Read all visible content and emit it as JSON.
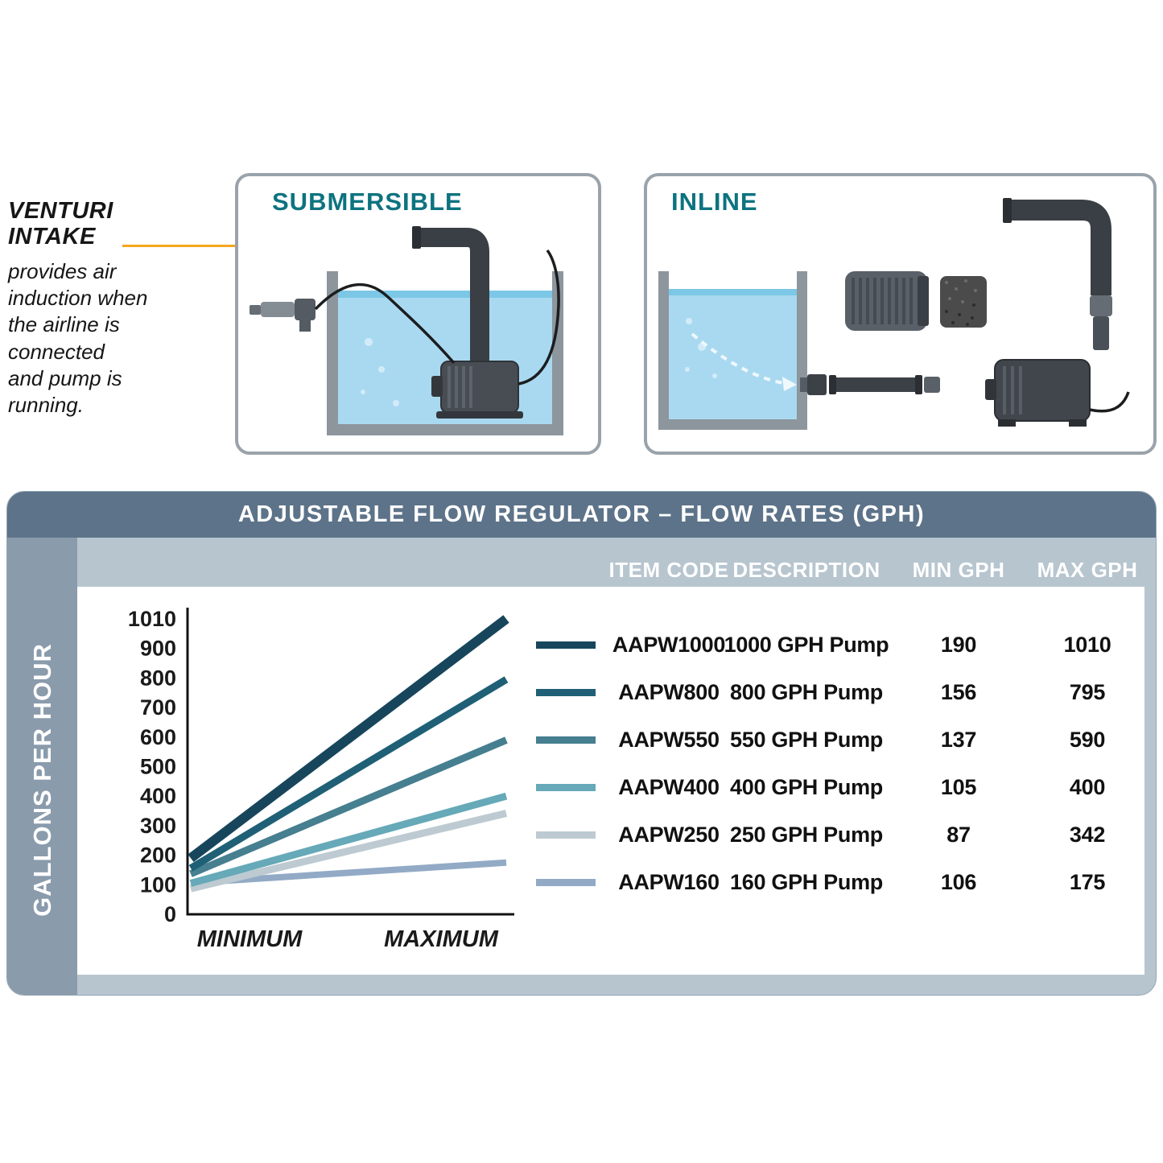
{
  "callout": {
    "title_lines": [
      "VENTURI",
      "INTAKE"
    ],
    "body_lines": [
      "provides air",
      "induction when",
      "the airline is",
      "connected",
      "and pump is",
      "running."
    ],
    "line_color": "#f4a71e"
  },
  "panels": {
    "submersible": {
      "title": "SUBMERSIBLE"
    },
    "inline": {
      "title": "INLINE"
    }
  },
  "flow_section": {
    "header": "ADJUSTABLE FLOW REGULATOR – FLOW RATES (GPH)",
    "y_axis_band_label": "GALLONS PER HOUR",
    "columns": [
      "ITEM CODE",
      "DESCRIPTION",
      "MIN GPH",
      "MAX GPH"
    ],
    "rows": [
      {
        "color": "#17465c",
        "item_code": "AAPW1000",
        "description": "1000 GPH Pump",
        "min_gph": "190",
        "max_gph": "1010"
      },
      {
        "color": "#1f6076",
        "item_code": "AAPW800",
        "description": "800 GPH Pump",
        "min_gph": "156",
        "max_gph": "795"
      },
      {
        "color": "#457f90",
        "item_code": "AAPW550",
        "description": "550 GPH Pump",
        "min_gph": "137",
        "max_gph": "590"
      },
      {
        "color": "#66a9b8",
        "item_code": "AAPW400",
        "description": "400 GPH Pump",
        "min_gph": "105",
        "max_gph": "400"
      },
      {
        "color": "#bdcad1",
        "item_code": "AAPW250",
        "description": "250 GPH Pump",
        "min_gph": "87",
        "max_gph": "342"
      },
      {
        "color": "#92aac5",
        "item_code": "AAPW160",
        "description": "160 GPH Pump",
        "min_gph": "106",
        "max_gph": "175"
      }
    ],
    "accent_colors": {
      "header_band": "#5d7389",
      "card": "#b7c5cf",
      "strip": "#8a9bac",
      "title_teal": "#0d7380"
    }
  },
  "chart_data": {
    "type": "line",
    "x_categories": [
      "MINIMUM",
      "MAXIMUM"
    ],
    "ylabel": "GALLONS PER HOUR",
    "ylim": [
      0,
      1010
    ],
    "yticks": [
      0,
      100,
      200,
      300,
      400,
      500,
      600,
      700,
      800,
      900,
      1010
    ],
    "grid": false,
    "series": [
      {
        "name": "AAPW1000",
        "color": "#17465c",
        "width": 12,
        "values": [
          190,
          1010
        ]
      },
      {
        "name": "AAPW800",
        "color": "#1f6076",
        "width": 9,
        "values": [
          156,
          795
        ]
      },
      {
        "name": "AAPW550",
        "color": "#457f90",
        "width": 9,
        "values": [
          137,
          590
        ]
      },
      {
        "name": "AAPW400",
        "color": "#66a9b8",
        "width": 9,
        "values": [
          105,
          400
        ]
      },
      {
        "name": "AAPW250",
        "color": "#bdcad1",
        "width": 9,
        "values": [
          87,
          342
        ]
      },
      {
        "name": "AAPW160",
        "color": "#92aac5",
        "width": 8,
        "values": [
          106,
          175
        ]
      }
    ]
  }
}
